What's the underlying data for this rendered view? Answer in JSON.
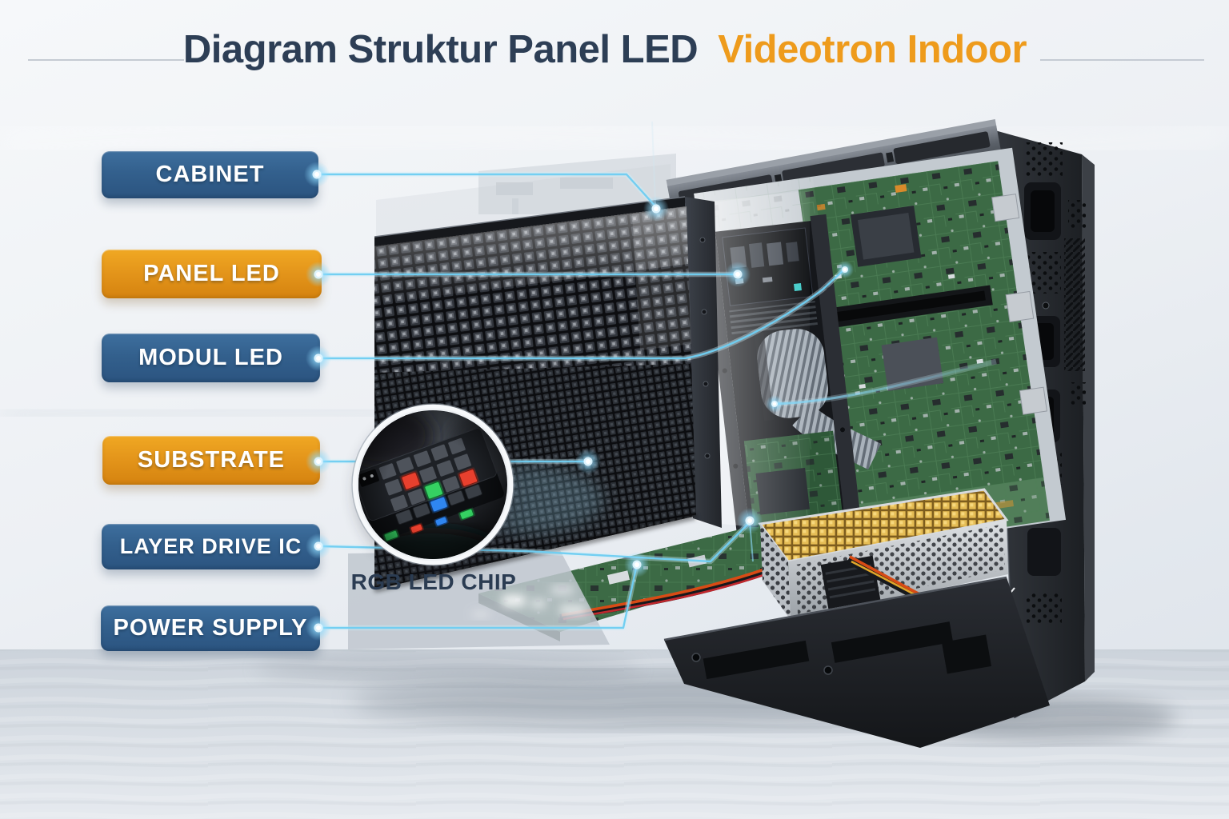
{
  "title": {
    "text_dark": "Diagram Struktur Panel LED",
    "text_accent": "Videotron Indoor"
  },
  "labels": [
    {
      "id": "cabinet",
      "text": "CABINET",
      "variant": "blue"
    },
    {
      "id": "panel-led",
      "text": "PANEL LED",
      "variant": "orange"
    },
    {
      "id": "modul-led",
      "text": "MODUL LED",
      "variant": "blue"
    },
    {
      "id": "substrate",
      "text": "SUBSTRATE",
      "variant": "orange"
    },
    {
      "id": "layer-drive-ic",
      "text": "LAYER DRIVE IC",
      "variant": "blue"
    },
    {
      "id": "power-supply",
      "text": "POWER SUPPLY",
      "variant": "blue"
    }
  ],
  "inset": {
    "caption": "RGB LED CHIP"
  },
  "theme": {
    "title_navy": "#2d3e55",
    "title_orange": "#ee9b1c",
    "label_blue": "#33608d",
    "label_orange": "#e3941a",
    "connector_cyan": "#6fcdf2",
    "background": "#eef1f5",
    "led_red": "#e8402e",
    "led_green": "#35d162",
    "led_blue": "#2f86f0"
  }
}
